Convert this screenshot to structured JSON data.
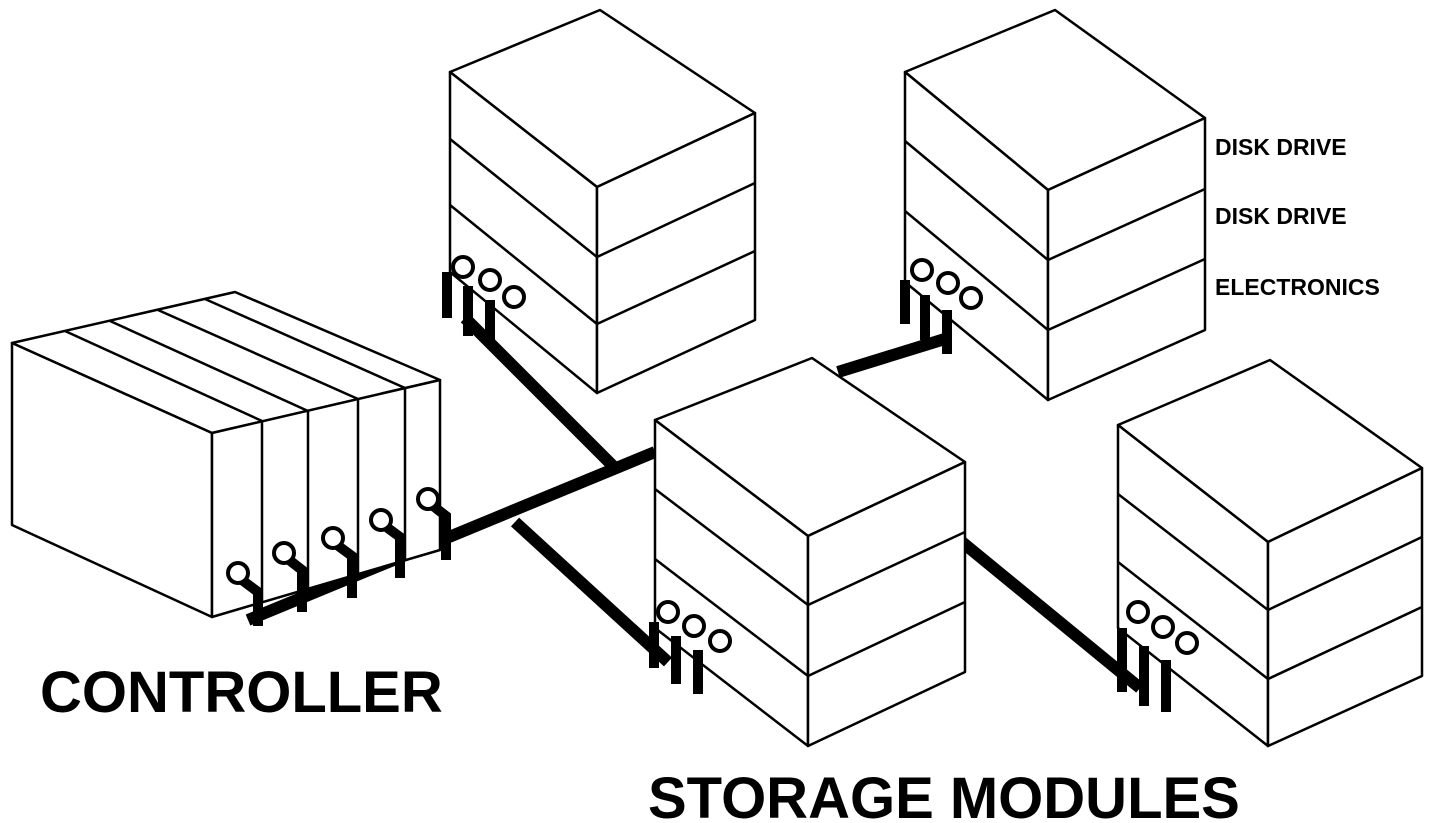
{
  "labels": {
    "controller": "CONTROLLER",
    "storage_modules": "STORAGE MODULES",
    "layer_top": "DISK DRIVE",
    "layer_middle": "DISK DRIVE",
    "layer_bottom": "ELECTRONICS"
  },
  "colors": {
    "line": "#000000",
    "fill": "#ffffff"
  }
}
